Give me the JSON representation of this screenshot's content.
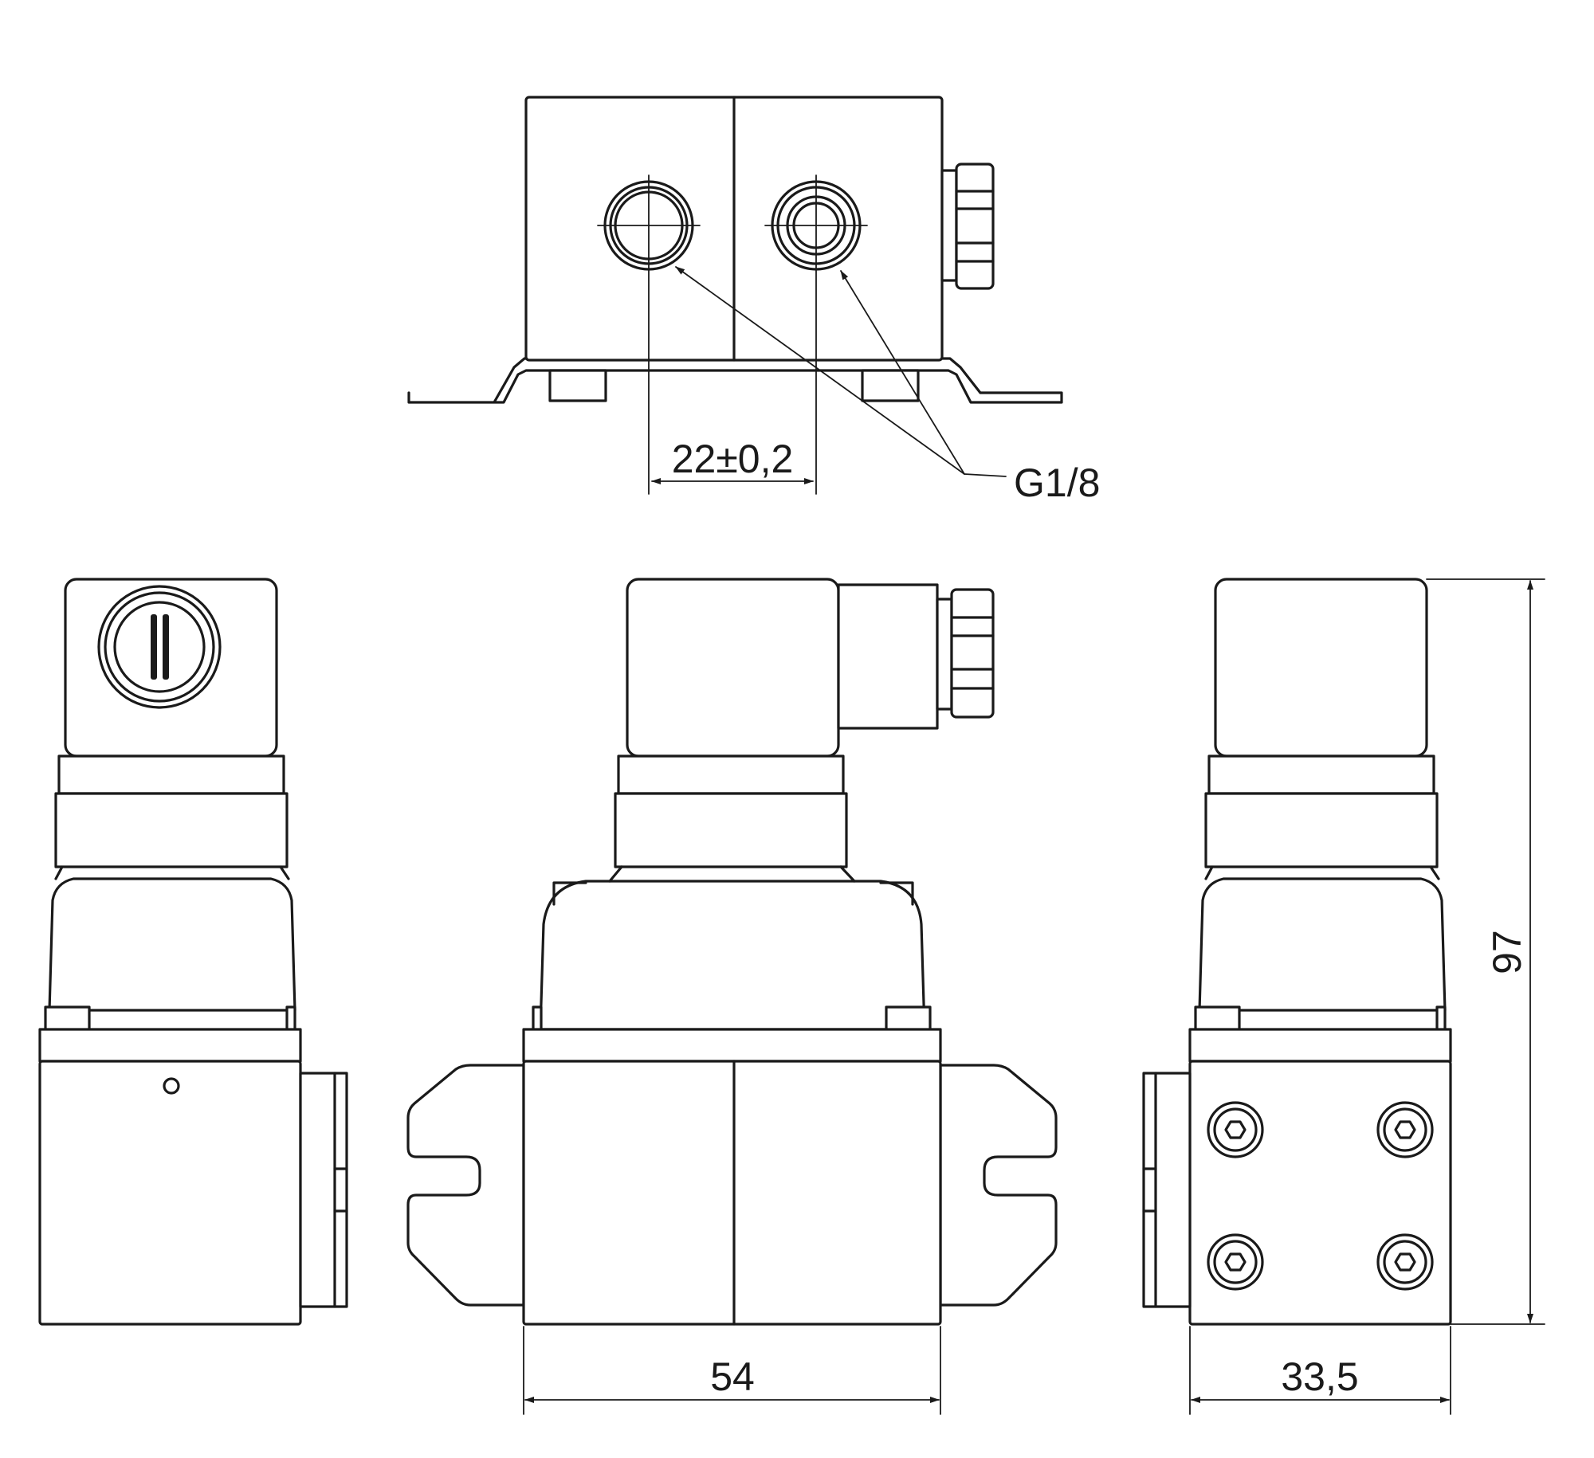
{
  "dimensions": {
    "port_spacing": "22±0,2",
    "port_thread": "G1/8",
    "width_front": "54",
    "width_side": "33,5",
    "height": "97"
  }
}
